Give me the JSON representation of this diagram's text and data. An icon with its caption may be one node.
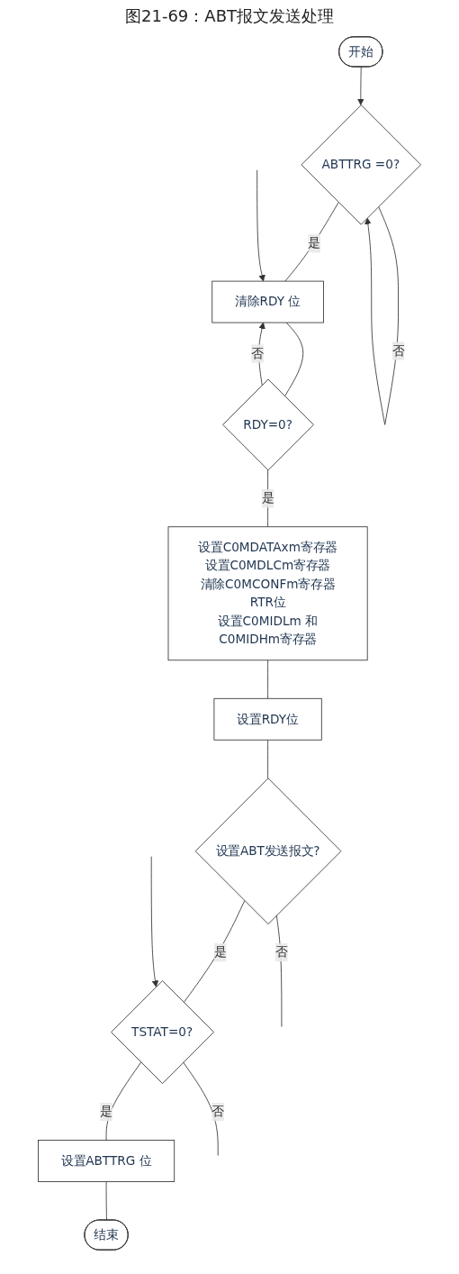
{
  "diagram": {
    "title": "图21-69：ABT报文发送处理",
    "nodes": [
      {
        "text": [
          "开始"
        ]
      },
      {
        "text": [
          "ABTTRG =0?"
        ]
      },
      {
        "text": [
          "清除RDY 位"
        ]
      },
      {
        "text": [
          "RDY=0?"
        ]
      },
      {
        "text": [
          "设置C0MDATAxm寄存器",
          "设置C0MDLCm寄存器",
          "清除C0MCONFm寄存器RTR位",
          "设置C0MIDLm 和C0MIDHm寄存器"
        ]
      },
      {
        "text": [
          "设置RDY位"
        ]
      },
      {
        "text": [
          "设置ABT发送报文?"
        ]
      },
      {
        "text": [
          "TSTAT=0?"
        ]
      },
      {
        "text": [
          "设置ABTTRG 位"
        ]
      },
      {
        "text": [
          "结束"
        ]
      }
    ],
    "edges": [
      {
        "from": 0,
        "to": 1,
        "arrow": "to"
      },
      {
        "from": 1,
        "to": 1,
        "arrow": "to",
        "label": "否"
      },
      {
        "from": 1,
        "to": 2,
        "arrow": "none",
        "label": "是"
      },
      {
        "from": null,
        "to": 2,
        "arrow": "to"
      },
      {
        "from": 2,
        "to": 3,
        "arrow": "none"
      },
      {
        "from": 3,
        "to": 2,
        "arrow": "to",
        "label": "否"
      },
      {
        "from": 3,
        "to": 4,
        "arrow": "none",
        "label": "是"
      },
      {
        "from": 4,
        "to": 5,
        "arrow": "none"
      },
      {
        "from": 5,
        "to": 6,
        "arrow": "none"
      },
      {
        "from": 6,
        "to": null,
        "arrow": "none",
        "label": "否"
      },
      {
        "from": 6,
        "to": 7,
        "arrow": "none",
        "label": "是"
      },
      {
        "from": null,
        "to": 7,
        "arrow": "to"
      },
      {
        "from": 7,
        "to": null,
        "arrow": "none",
        "label": "否"
      },
      {
        "from": 7,
        "to": 8,
        "arrow": "none",
        "label": "是"
      },
      {
        "from": 8,
        "to": 9,
        "arrow": "none"
      }
    ]
  }
}
